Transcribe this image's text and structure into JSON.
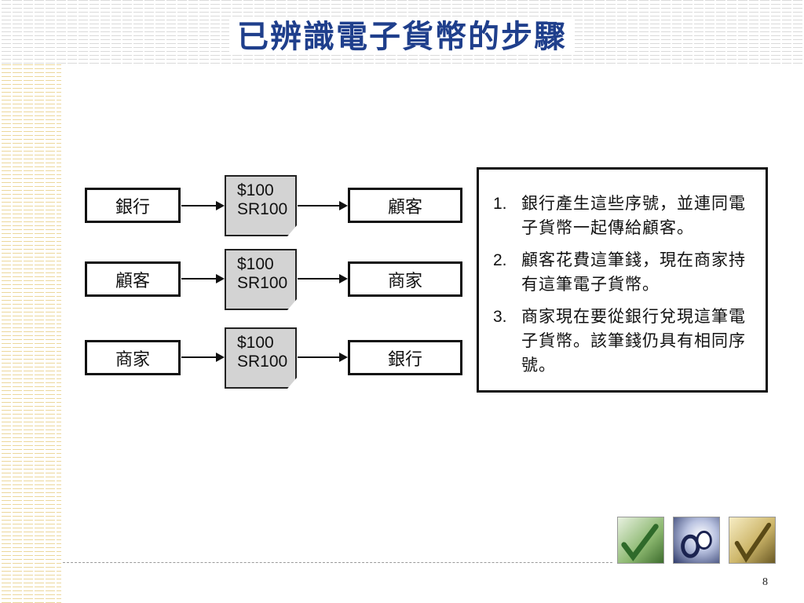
{
  "slide": {
    "title": "已辨識電子貨幣的步驟",
    "page_number": "8"
  },
  "diagram": {
    "rows": [
      {
        "from": "銀行",
        "note_line1": "$100",
        "note_line2": "SR100",
        "to": "顧客"
      },
      {
        "from": "顧客",
        "note_line1": "$100",
        "note_line2": "SR100",
        "to": "商家"
      },
      {
        "from": "商家",
        "note_line1": "$100",
        "note_line2": "SR100",
        "to": "銀行"
      }
    ],
    "steps": [
      {
        "num": "1.",
        "text": "銀行產生這些序號，並連同電子貨幣一起傳給顧客。"
      },
      {
        "num": "2.",
        "text": "顧客花費這筆錢，現在商家持有這筆電子貨幣。"
      },
      {
        "num": "3.",
        "text": "商家現在要從銀行兌現這筆電子貨幣。該筆錢仍具有相同序號。"
      }
    ]
  },
  "decor": {
    "title_color": "#1f3f8c",
    "thumbnails": [
      "check-icon",
      "disc-icon",
      "check-icon"
    ]
  }
}
